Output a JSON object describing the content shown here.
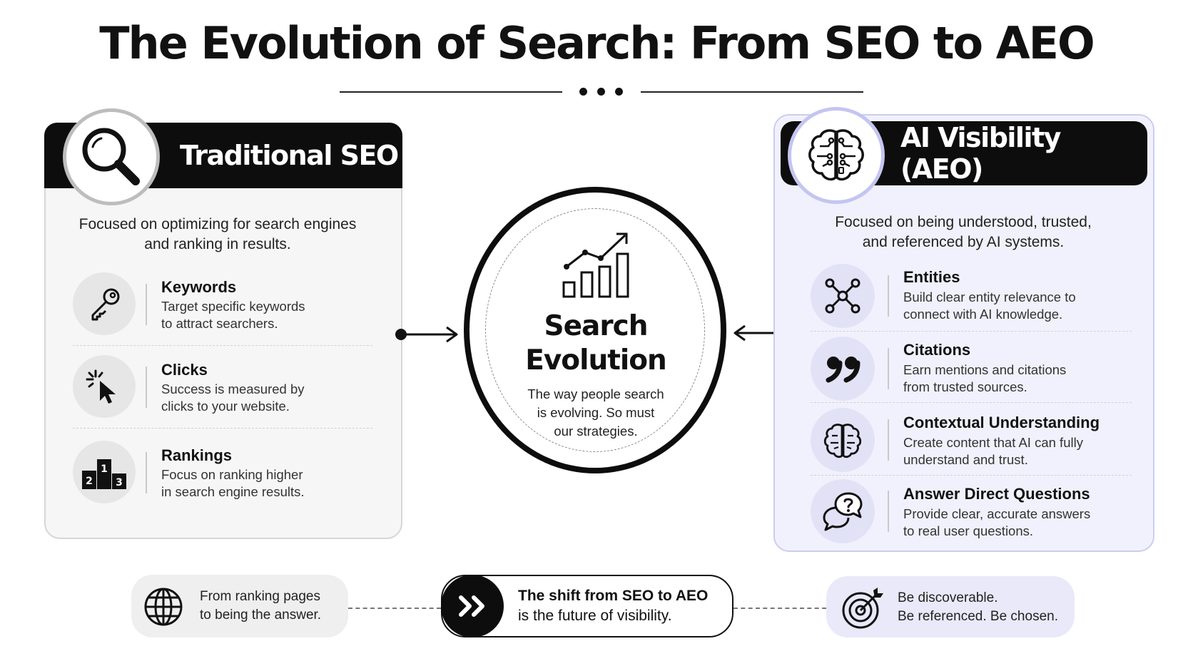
{
  "title": "The Evolution of Search: From SEO to AEO",
  "seo": {
    "heading": "Traditional SEO",
    "description": "Focused on optimizing for search engines and ranking in results.",
    "items": [
      {
        "title": "Keywords",
        "line1": "Target specific keywords",
        "line2": "to attract searchers.",
        "icon": "key-icon"
      },
      {
        "title": "Clicks",
        "line1": "Success is measured by",
        "line2": "clicks to your website.",
        "icon": "cursor-click-icon"
      },
      {
        "title": "Rankings",
        "line1": "Focus on ranking higher",
        "line2": "in search engine results.",
        "icon": "podium-icon"
      }
    ],
    "podium": [
      "1",
      "2",
      "3"
    ]
  },
  "center": {
    "title_line1": "Search",
    "title_line2": "Evolution",
    "sub_line1": "The way people search",
    "sub_line2": "is evolving. So must",
    "sub_line3": "our strategies."
  },
  "aeo": {
    "heading": "AI Visibility (AEO)",
    "description_line1": "Focused on being understood, trusted,",
    "description_line2": "and referenced by AI systems.",
    "items": [
      {
        "title": "Entities",
        "line1": "Build clear entity relevance to",
        "line2": "connect with AI knowledge.",
        "icon": "network-icon"
      },
      {
        "title": "Citations",
        "line1": "Earn mentions and citations",
        "line2": "from trusted sources.",
        "icon": "quote-icon"
      },
      {
        "title": "Contextual Understanding",
        "line1": "Create content that AI can fully",
        "line2": "understand and trust.",
        "icon": "brain-icon"
      },
      {
        "title": "Answer Direct Questions",
        "line1": "Provide clear, accurate answers",
        "line2": "to real user questions.",
        "icon": "question-chat-icon"
      }
    ]
  },
  "bottom": {
    "left_line1": "From ranking pages",
    "left_line2": "to being the answer.",
    "mid_line1": "The shift from SEO to AEO",
    "mid_line2": "is the future of visibility.",
    "right_line1": "Be discoverable.",
    "right_line2": "Be referenced. Be chosen."
  },
  "colors": {
    "dark": "#0d0d0d",
    "seo_card": "#f6f6f6",
    "aeo_card": "#f1f1fd",
    "aeo_border": "#cccdef"
  }
}
